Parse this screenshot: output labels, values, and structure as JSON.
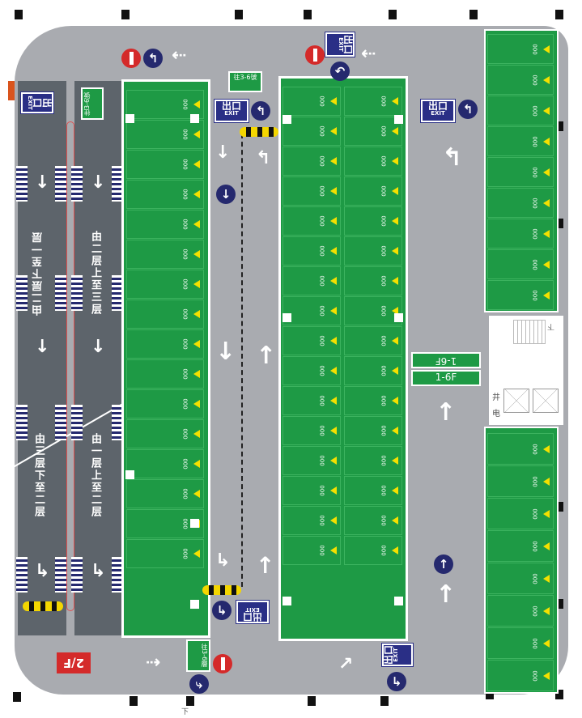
{
  "floor_label": "2/F",
  "space_label": "000",
  "signs": {
    "exit_zh": "出口",
    "exit_en": "EXIT",
    "to_floors": "往3-6號",
    "to_floors_bottom": "往3-6層",
    "stair_1": "1-6F",
    "stair_2": "1-6F"
  },
  "ramps": {
    "left_top": "由二层下至一层",
    "right_top": "由二层上至三层",
    "left_bottom": "由三层下至二层",
    "right_bottom": "由一层上至二层"
  },
  "core": {
    "shaft_label": "井",
    "elec_label": "电",
    "stair_label_top": "下",
    "stair_label_bottom": "下"
  },
  "blocks": {
    "left_rows": 16,
    "middle_rows": 16,
    "right_top_rows": 9,
    "right_bottom_rows": 8
  },
  "colors": {
    "parking": "#1e9a45",
    "road": "#a9abb0",
    "ramp": "#5d646b",
    "sign_blue": "#2a2f86",
    "warning_red": "#d42a2a"
  }
}
